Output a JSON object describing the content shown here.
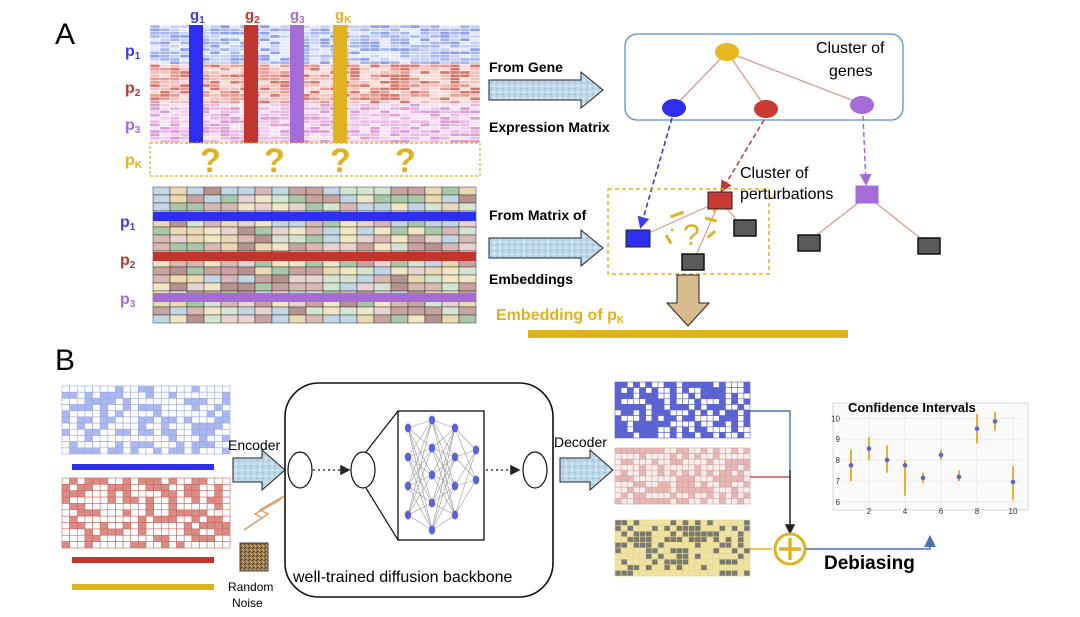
{
  "panel_a": {
    "letter": "A",
    "gene_labels": [
      {
        "base": "g",
        "sub": "1",
        "color": "#3b3bef"
      },
      {
        "base": "g",
        "sub": "2",
        "color": "#c0362c"
      },
      {
        "base": "g",
        "sub": "3",
        "color": "#a56bd6"
      },
      {
        "base": "g",
        "sub": "K",
        "color": "#e0b21f"
      }
    ],
    "row_labels_top": [
      {
        "base": "p",
        "sub": "1",
        "color": "#3b3bef"
      },
      {
        "base": "p",
        "sub": "2",
        "color": "#c0362c"
      },
      {
        "base": "p",
        "sub": "3",
        "color": "#a56bd6"
      },
      {
        "base": "p",
        "sub": "K",
        "color": "#e0b21f"
      }
    ],
    "row_labels_bottom": [
      {
        "base": "p",
        "sub": "1",
        "color": "#3b3bef"
      },
      {
        "base": "p",
        "sub": "2",
        "color": "#c0362c"
      },
      {
        "base": "p",
        "sub": "3",
        "color": "#a56bd6"
      }
    ],
    "question_mark": "?",
    "from_gene": "From Gene",
    "expression_matrix": "Expression Matrix",
    "from_matrix_of": "From Matrix of",
    "embeddings": "Embeddings",
    "cluster_genes_line1": "Cluster of",
    "cluster_genes_line2": "genes",
    "cluster_perturb_line1": "Cluster of",
    "cluster_perturb_line2": "perturbations",
    "embedding_label": {
      "base": "Embedding of p",
      "sub": "K"
    }
  },
  "panel_b": {
    "letter": "B",
    "encoder": "Encoder",
    "decoder": "Decoder",
    "random_noise_line1": "Random",
    "random_noise_line2": "Noise",
    "backbone_label": "well-trained diffusion backbone",
    "debiasing": "Debiasing",
    "ci_chart": {
      "title": "Confidence Intervals",
      "x_ticks": [
        "2",
        "4",
        "6",
        "8",
        "10"
      ],
      "y_ticks": [
        "6",
        "7",
        "8",
        "9",
        "10"
      ]
    }
  },
  "chart_data": {
    "type": "scatter",
    "title": "Confidence Intervals",
    "xlim": [
      0.5,
      10.5
    ],
    "ylim": [
      5.9,
      10.3
    ],
    "grid": true,
    "points": [
      {
        "x": 1,
        "y": 7.75,
        "low": 7.0,
        "high": 8.5
      },
      {
        "x": 2,
        "y": 8.55,
        "low": 8.0,
        "high": 9.1
      },
      {
        "x": 3,
        "y": 8.0,
        "low": 7.4,
        "high": 8.7
      },
      {
        "x": 4,
        "y": 7.75,
        "low": 6.3,
        "high": 8.0
      },
      {
        "x": 5,
        "y": 7.15,
        "low": 6.9,
        "high": 7.4
      },
      {
        "x": 6,
        "y": 8.25,
        "low": 8.0,
        "high": 8.5
      },
      {
        "x": 7,
        "y": 7.2,
        "low": 7.0,
        "high": 7.5
      },
      {
        "x": 8,
        "y": 9.5,
        "low": 8.8,
        "high": 10.2
      },
      {
        "x": 9,
        "y": 9.85,
        "low": 9.4,
        "high": 10.3
      },
      {
        "x": 10,
        "y": 6.95,
        "low": 6.1,
        "high": 7.7
      }
    ],
    "point_color": "#5b63d8",
    "interval_color": "#e8a61e"
  }
}
